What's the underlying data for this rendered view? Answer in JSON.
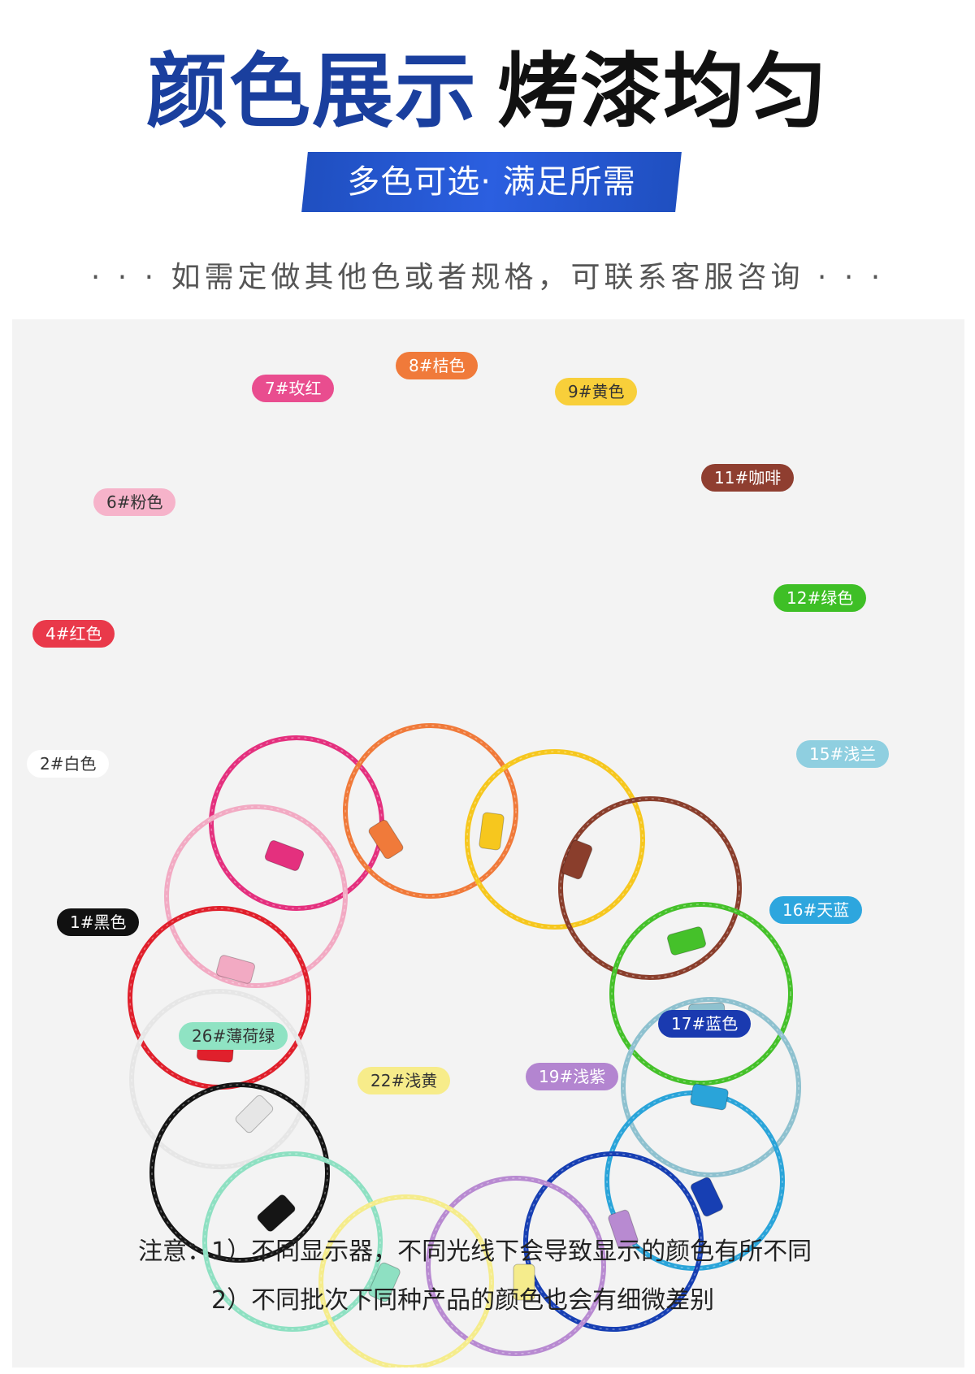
{
  "header": {
    "title_part1": "颜色展示",
    "title_part2": "烤漆均匀",
    "banner": "多色可选· 满足所需",
    "subline": "· · ·  如需定做其他色或者规格，可联系客服咨询  · · ·"
  },
  "rings": [
    {
      "label": "7#玫红",
      "color": "#e4307e",
      "label_bg": "#e94d8f",
      "label_fg": "#ffffff"
    },
    {
      "label": "8#桔色",
      "color": "#f07a3a",
      "label_bg": "#f07a3a",
      "label_fg": "#ffffff"
    },
    {
      "label": "9#黄色",
      "color": "#f6c71e",
      "label_bg": "#f8cf3a",
      "label_fg": "#333333"
    },
    {
      "label": "11#咖啡",
      "color": "#8a3e2c",
      "label_bg": "#8f3e30",
      "label_fg": "#ffffff"
    },
    {
      "label": "6#粉色",
      "color": "#f2aac3",
      "label_bg": "#f6b3ca",
      "label_fg": "#333333"
    },
    {
      "label": "12#绿色",
      "color": "#45c12a",
      "label_bg": "#3ebf26",
      "label_fg": "#ffffff"
    },
    {
      "label": "4#红色",
      "color": "#e0202c",
      "label_bg": "#e9394a",
      "label_fg": "#ffffff"
    },
    {
      "label": "15#浅兰",
      "color": "#8ec1cf",
      "label_bg": "#8fcfe0",
      "label_fg": "#ffffff"
    },
    {
      "label": "2#白色",
      "color": "#e6e6e6",
      "label_bg": "#ffffff",
      "label_fg": "#333333"
    },
    {
      "label": "16#天蓝",
      "color": "#2aa4d9",
      "label_bg": "#2da6de",
      "label_fg": "#ffffff"
    },
    {
      "label": "1#黑色",
      "color": "#151515",
      "label_bg": "#111111",
      "label_fg": "#ffffff"
    },
    {
      "label": "17#蓝色",
      "color": "#173fb3",
      "label_bg": "#1a3ab0",
      "label_fg": "#ffffff"
    },
    {
      "label": "26#薄荷绿",
      "color": "#8ee0c2",
      "label_bg": "#8fe3c3",
      "label_fg": "#333333"
    },
    {
      "label": "19#浅紫",
      "color": "#b88ad1",
      "label_bg": "#b385d0",
      "label_fg": "#ffffff"
    },
    {
      "label": "22#浅黄",
      "color": "#f5ec8c",
      "label_bg": "#f7ec8a",
      "label_fg": "#333333"
    }
  ],
  "notes": {
    "line1": "注意：1）不同显示器，不同光线下会导致显示的颜色有所不同",
    "line2": "2）不同批次下同种产品的颜色也会有细微差别"
  }
}
